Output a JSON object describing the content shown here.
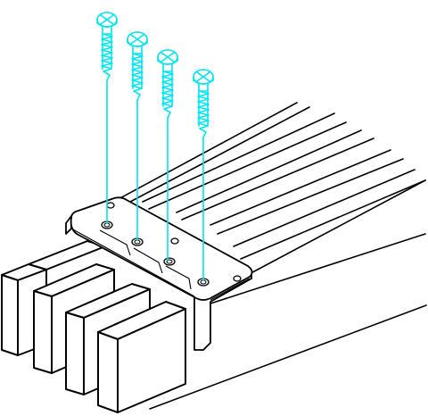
{
  "drawing": {
    "subject": "wood-boards-joined-with-metal-plate-and-screws",
    "screw_count": 4,
    "board_count": 4,
    "colors": {
      "screw": "#00e5ee",
      "line": "#000000",
      "background": "#ffffff"
    },
    "icons": [
      "screw-icon",
      "mending-plate-icon",
      "board-icon"
    ]
  }
}
